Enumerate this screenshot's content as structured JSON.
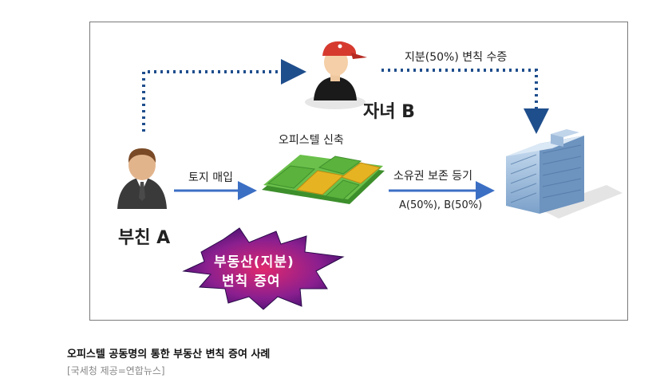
{
  "diagram": {
    "child_label": "자녀 B",
    "parent_label": "부친 A",
    "share_label": "지분(50%) 변칙 수증",
    "officetel_label": "오피스텔 신축",
    "land_label": "토지 매입",
    "ownership_label": "소유권 보존 등기",
    "ratio_label": "A(50%), B(50%)",
    "burst_line1": "부동산(지분)",
    "burst_line2": "변칙 증여"
  },
  "caption": {
    "title": "오피스텔 공동명의 통한 부동산 변칙 증여 사례",
    "credit": "[국세청 제공=연합뉴스]"
  },
  "colors": {
    "dotted_arrow": "#1f4e8c",
    "solid_arrow": "#3b6fc4",
    "burst_fill": "#6a1a8a",
    "cap_red": "#d63a2f",
    "field_green": "#4caf3a",
    "field_yellow": "#e6b422",
    "building_blue": "#8fb3d9"
  }
}
